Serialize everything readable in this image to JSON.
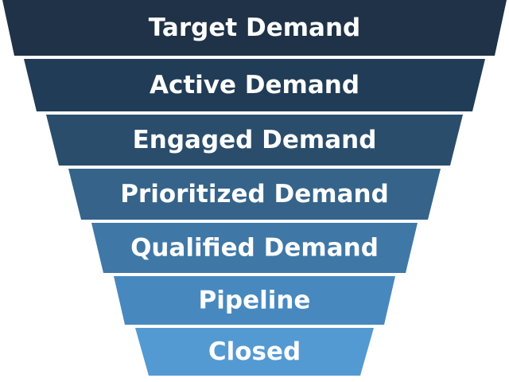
{
  "funnel": {
    "stages": [
      {
        "label": "Target Demand",
        "color": "#1f3247"
      },
      {
        "label": "Active Demand",
        "color": "#213c56"
      },
      {
        "label": "Engaged Demand",
        "color": "#2a4d6c"
      },
      {
        "label": "Prioritized Demand",
        "color": "#35638a"
      },
      {
        "label": "Qualified Demand",
        "color": "#3f78a7"
      },
      {
        "label": "Pipeline",
        "color": "#4789bf"
      },
      {
        "label": "Closed",
        "color": "#549ad2"
      }
    ]
  }
}
